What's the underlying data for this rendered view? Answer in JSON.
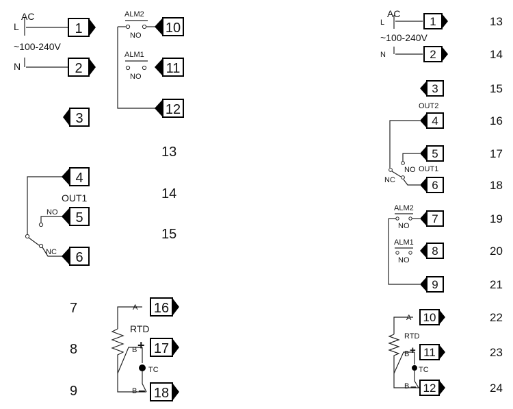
{
  "left_diagram": {
    "terminals": {
      "t1": "1",
      "t2": "2",
      "t3": "3",
      "t4": "4",
      "t5": "5",
      "t6": "6",
      "t10": "10",
      "t11": "11",
      "t12": "12",
      "t16": "16",
      "t17": "17",
      "t18": "18"
    },
    "outside_numbers": {
      "n13": "13",
      "n14": "14",
      "n15": "15",
      "n7": "7",
      "n8": "8",
      "n9": "9"
    },
    "labels": {
      "ac": "AC",
      "l": "L",
      "voltage": "~100-240V",
      "n": "N",
      "alm2": "ALM2",
      "no_alm2": "NO",
      "alm1": "ALM1",
      "no_alm1": "NO",
      "out1": "OUT1",
      "no_out1": "NO",
      "nc_out1": "NC",
      "a": "A",
      "rtd": "RTD",
      "b_plus": "B",
      "tc": "TC",
      "b_minus": "B"
    }
  },
  "right_diagram": {
    "terminals": {
      "t1": "1",
      "t2": "2",
      "t3": "3",
      "t4": "4",
      "t5": "5",
      "t6": "6",
      "t7": "7",
      "t8": "8",
      "t9": "9",
      "t10": "10",
      "t11": "11",
      "t12": "12"
    },
    "outside_numbers": {
      "n13": "13",
      "n14": "14",
      "n15": "15",
      "n16": "16",
      "n17": "17",
      "n18": "18",
      "n19": "19",
      "n20": "20",
      "n21": "21",
      "n22": "22",
      "n23": "23",
      "n24": "24"
    },
    "labels": {
      "ac": "AC",
      "l": "L",
      "voltage": "~100-240V",
      "n": "N",
      "out2": "OUT2",
      "no_out1": "NO",
      "out1": "OUT1",
      "nc_out1": "NC",
      "alm2": "ALM2",
      "no_alm2": "NO",
      "alm1": "ALM1",
      "no_alm1": "NO",
      "a": "A",
      "rtd": "RTD",
      "b_plus": "B",
      "tc": "TC",
      "b_minus": "B"
    }
  },
  "colors": {
    "line": "#222222",
    "terminal_border": "#000000",
    "background": "#ffffff"
  }
}
